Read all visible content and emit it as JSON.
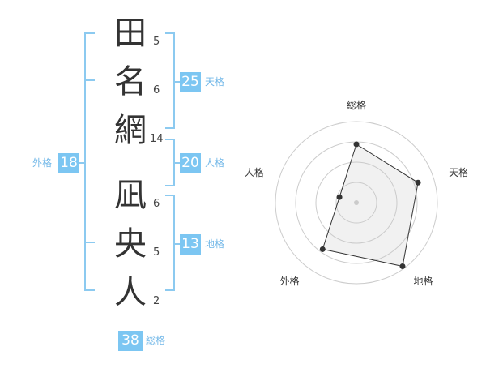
{
  "surname": [
    {
      "char": "田",
      "strokes": "5"
    },
    {
      "char": "名",
      "strokes": "6"
    },
    {
      "char": "網",
      "strokes": "14"
    }
  ],
  "given_name": [
    {
      "char": "凪",
      "strokes": "6"
    },
    {
      "char": "央",
      "strokes": "5"
    },
    {
      "char": "人",
      "strokes": "2"
    }
  ],
  "kaku": {
    "tenkaku": {
      "value": "25",
      "label": "天格"
    },
    "jinkaku": {
      "value": "20",
      "label": "人格"
    },
    "chikaku": {
      "value": "13",
      "label": "地格"
    },
    "gaikaku": {
      "value": "18",
      "label": "外格"
    },
    "soukaku": {
      "value": "38",
      "label": "総格"
    }
  },
  "colors": {
    "accent": "#7cc6f2",
    "bracket": "#8ccaf0",
    "label": "#73b8e8",
    "text": "#333333"
  },
  "chart_data": {
    "type": "radar",
    "axes": [
      "総格",
      "天格",
      "地格",
      "外格",
      "人格"
    ],
    "values": [
      0.72,
      0.8,
      0.97,
      0.71,
      0.22
    ],
    "rings": 4,
    "range": [
      0,
      1
    ]
  }
}
